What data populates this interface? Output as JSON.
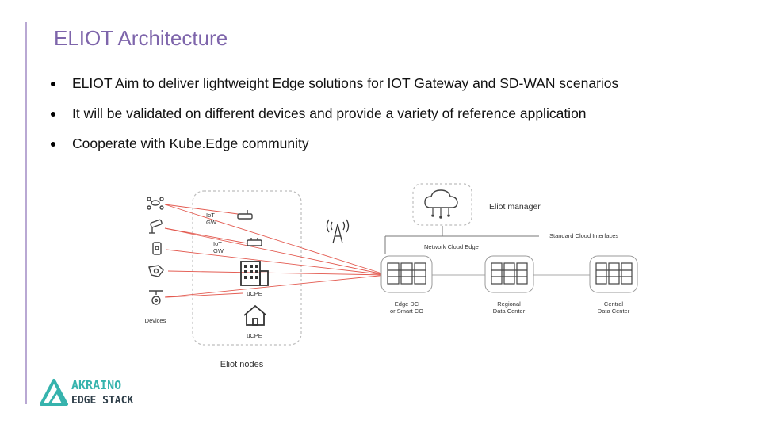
{
  "slide": {
    "title": "ELIOT Architecture",
    "bullets": [
      "ELIOT Aim to deliver lightweight Edge solutions for IOT Gateway and SD-WAN scenarios",
      "It will be validated on different devices and provide a variety of reference application",
      "Cooperate with Kube.Edge community"
    ]
  },
  "diagram": {
    "devices_label": "Devices",
    "nodes_group_label": "Eliot nodes",
    "nodes": [
      "IoT GW",
      "IoT GW",
      "uCPE",
      "uCPE"
    ],
    "manager_label": "Eliot manager",
    "network_cloud_edge": "Network Cloud Edge",
    "standard_interfaces": "Standard Cloud Interfaces",
    "datacenters": [
      {
        "line1": "Edge DC",
        "line2": "or Smart CO"
      },
      {
        "line1": "Regional",
        "line2": "Data Center"
      },
      {
        "line1": "Central",
        "line2": "Data Center"
      }
    ]
  },
  "logo": {
    "line1": "AKRAINO",
    "line2": "EDGE STACK",
    "accent": "#36b3ad"
  },
  "colors": {
    "title": "#7e65ab",
    "rule": "#b9a8d3",
    "dashed": "#bdbdbd",
    "spokes": "#e35a50"
  }
}
